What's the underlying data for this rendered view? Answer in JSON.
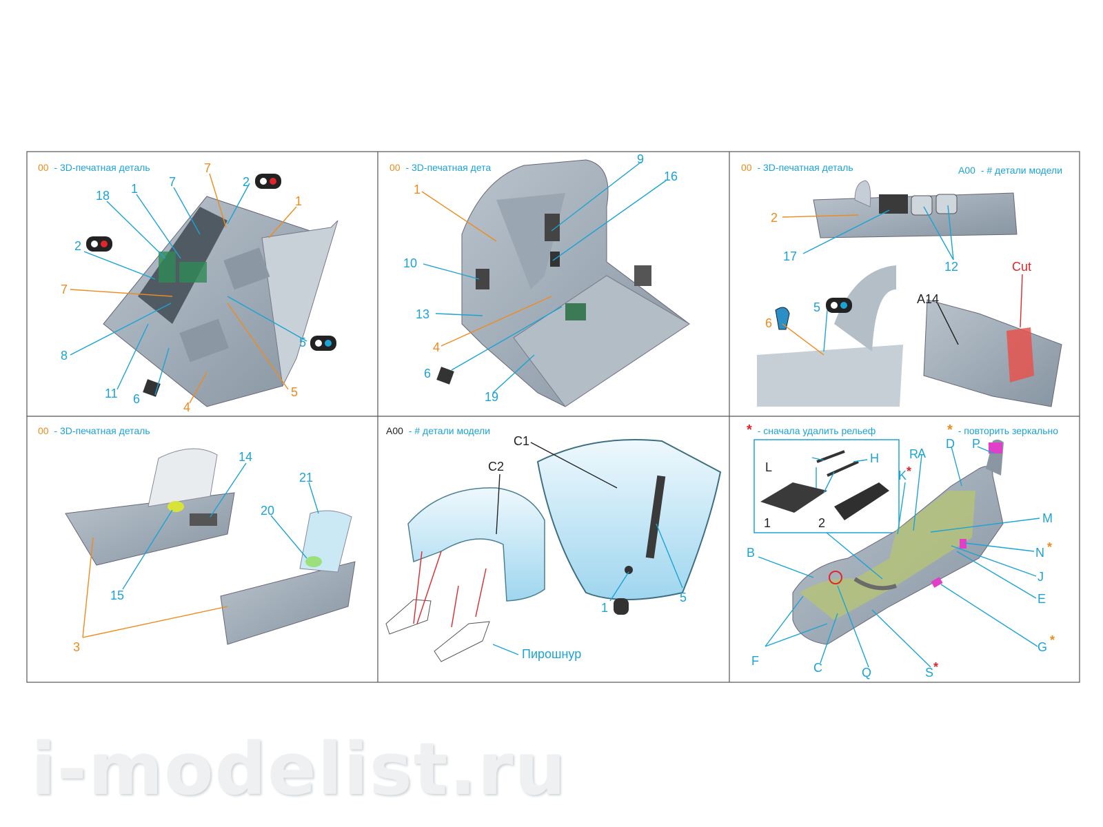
{
  "colors": {
    "orange": "#f08a1c",
    "blue": "#1ba3d6",
    "red": "#e0262b",
    "black": "#222222",
    "frame": "#555555"
  },
  "header_common": {
    "code": "00",
    "printed_part": "- 3D-печатная деталь",
    "printed_part_cut": "- 3D-печатная дета",
    "model_code": "A00",
    "model_part": "- # детали модели"
  },
  "panel1": {
    "labels": [
      "7",
      "2",
      "1",
      "18",
      "1",
      "7",
      "2",
      "7",
      "8",
      "11",
      "6",
      "4",
      "5",
      "5"
    ]
  },
  "panel2": {
    "labels": [
      "9",
      "16",
      "1",
      "10",
      "13",
      "4",
      "6",
      "19"
    ]
  },
  "panel3": {
    "labels": [
      "2",
      "17",
      "12",
      "Cut",
      "A14",
      "5",
      "6"
    ]
  },
  "panel4": {
    "labels": [
      "14",
      "21",
      "20",
      "15",
      "3"
    ]
  },
  "panel5": {
    "labels": [
      "C1",
      "C2",
      "1",
      "5",
      "Пирошнур"
    ]
  },
  "panel6": {
    "note_red": "- сначала удалить рельеф",
    "note_orange": "- повторить зеркально",
    "inset_labels": [
      "R",
      "H",
      "L",
      "1",
      "2"
    ],
    "labels": [
      "A",
      "D",
      "P",
      "K",
      "M",
      "N",
      "J",
      "E",
      "G",
      "B",
      "F",
      "C",
      "Q",
      "S"
    ]
  },
  "watermark": "i-modelist.ru"
}
